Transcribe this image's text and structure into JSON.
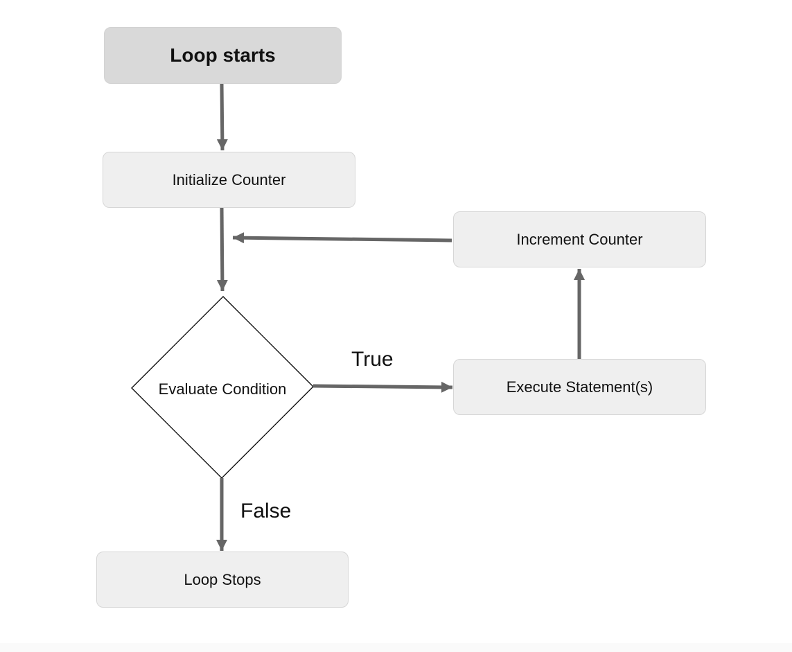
{
  "diagram": {
    "type": "flowchart",
    "nodes": {
      "start": {
        "label": "Loop starts",
        "shape": "rounded-rect",
        "fill": "#d9d9d9"
      },
      "initialize": {
        "label": "Initialize Counter",
        "shape": "rounded-rect",
        "fill": "#efefef"
      },
      "decision": {
        "label": "Evaluate Condition",
        "shape": "diamond",
        "fill": "#ffffff"
      },
      "execute": {
        "label": "Execute Statement(s)",
        "shape": "rounded-rect",
        "fill": "#efefef"
      },
      "increment": {
        "label": "Increment Counter",
        "shape": "rounded-rect",
        "fill": "#efefef"
      },
      "stop": {
        "label": "Loop Stops",
        "shape": "rounded-rect",
        "fill": "#efefef"
      }
    },
    "edges": [
      {
        "from": "start",
        "to": "initialize",
        "label": ""
      },
      {
        "from": "initialize",
        "to": "decision",
        "label": ""
      },
      {
        "from": "decision",
        "to": "execute",
        "label": "True"
      },
      {
        "from": "execute",
        "to": "increment",
        "label": ""
      },
      {
        "from": "increment",
        "to": "decision",
        "label": ""
      },
      {
        "from": "decision",
        "to": "stop",
        "label": "False"
      }
    ],
    "edge_labels": {
      "true": "True",
      "false": "False"
    },
    "colors": {
      "arrow": "#666666",
      "node_border": "#d6d6d6",
      "diamond_border": "#000000",
      "text": "#111111"
    }
  }
}
